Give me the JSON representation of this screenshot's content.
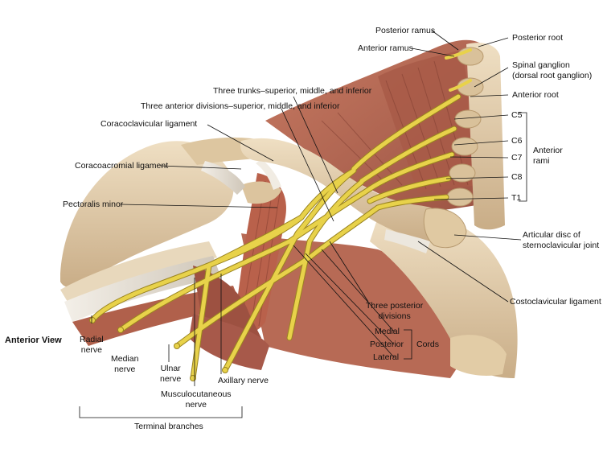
{
  "view_label": "Anterior View",
  "labels": {
    "posterior_ramus": "Posterior ramus",
    "anterior_ramus": "Anterior ramus",
    "posterior_root": "Posterior root",
    "spinal_ganglion": "Spinal ganglion\n(dorsal root ganglion)",
    "anterior_root": "Anterior root",
    "c5": "C5",
    "c6": "C6",
    "c7": "C7",
    "c8": "C8",
    "t1": "T1",
    "anterior_rami": "Anterior\nrami",
    "three_trunks": "Three trunks–superior, middle, and inferior",
    "three_anterior_divisions": "Three anterior divisions–superior, middle, and inferior",
    "coracoclavicular_ligament": "Coracoclavicular ligament",
    "coracoacromial_ligament": "Coracoacromial ligament",
    "pectoralis_minor": "Pectoralis minor",
    "articular_disc": "Articular disc of\nsternoclavicular joint",
    "costoclavicular_ligament": "Costoclavicular ligament",
    "three_posterior_divisions": "Three posterior\ndivisions",
    "medial": "Medial",
    "posterior": "Posterior",
    "lateral": "Lateral",
    "cords": "Cords",
    "radial_nerve": "Radial\nnerve",
    "median_nerve": "Median\nnerve",
    "ulnar_nerve": "Ulnar\nnerve",
    "axillary_nerve": "Axillary nerve",
    "musculocutaneous_nerve": "Musculocutaneous\nnerve",
    "terminal_branches": "Terminal branches"
  },
  "colors": {
    "nerve": "#e8d24a",
    "nerve_edge": "#9a8420",
    "muscle": "#b5664f",
    "muscle_dark": "#8c4538",
    "bone": "#e4cfae",
    "bone_shade": "#c8ad86",
    "ligament": "#ece7de",
    "line": "#111111"
  }
}
